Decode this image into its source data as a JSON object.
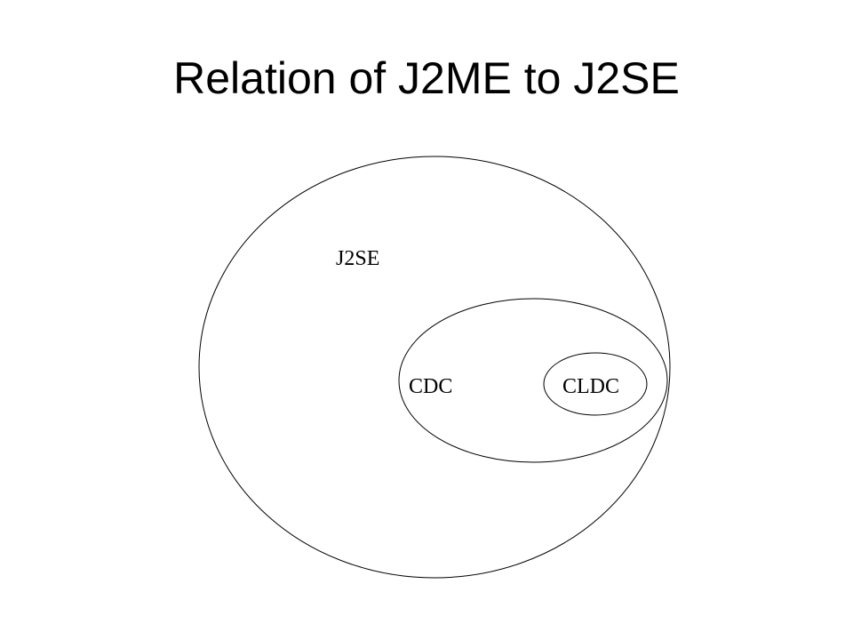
{
  "slide": {
    "title": "Relation of J2ME to J2SE"
  },
  "diagram": {
    "sets": [
      {
        "id": "j2se",
        "label": "J2SE"
      },
      {
        "id": "cdc",
        "label": "CDC"
      },
      {
        "id": "cldc",
        "label": "CLDC"
      }
    ],
    "relations": [
      {
        "subset": "cldc",
        "superset": "cdc"
      },
      {
        "overlaps": [
          "cdc",
          "j2se"
        ]
      }
    ]
  }
}
